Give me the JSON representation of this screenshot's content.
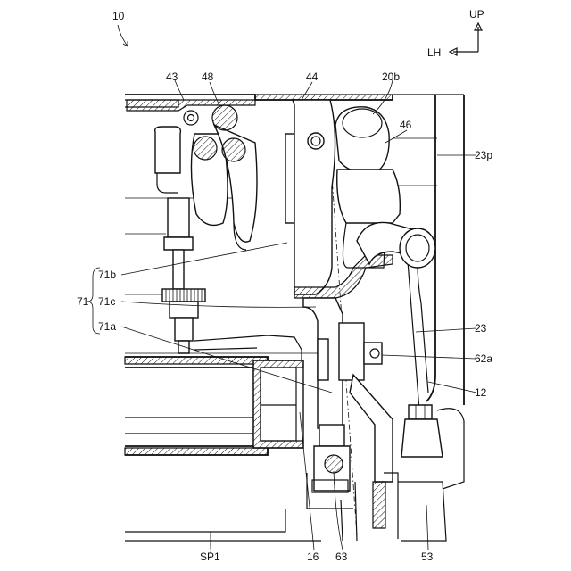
{
  "figure": {
    "number": "10",
    "direction": {
      "up": "UP",
      "left": "LH"
    },
    "labels": {
      "n43": "43",
      "n48": "48",
      "n44": "44",
      "n20b": "20b",
      "n46": "46",
      "n23p": "23p",
      "n71": "71",
      "n71a": "71a",
      "n71b": "71b",
      "n71c": "71c",
      "n23": "23",
      "n62a": "62a",
      "n12": "12",
      "sp1": "SP1",
      "n16": "16",
      "n63": "63",
      "n53": "53"
    }
  }
}
